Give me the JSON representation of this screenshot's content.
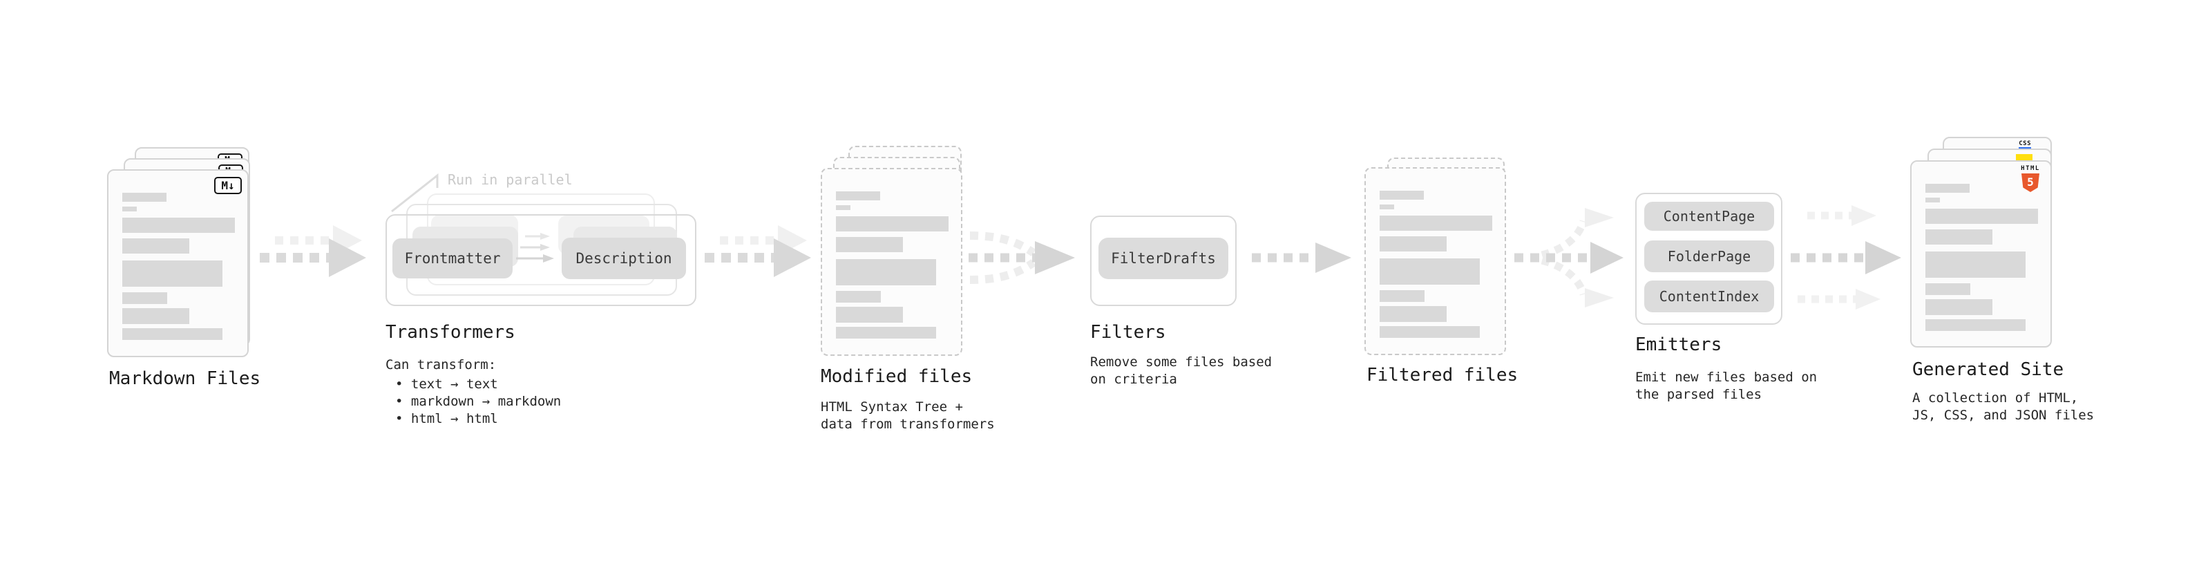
{
  "diagram": {
    "markdown_files": {
      "label": "Markdown Files",
      "badge": "M↓"
    },
    "transformers": {
      "callout": "Run in parallel",
      "node_left": "Frontmatter",
      "node_right": "Description",
      "label": "Transformers",
      "line0": "Can transform:",
      "line1": "• text → text",
      "line2": "• markdown → markdown",
      "line3": "• html → html"
    },
    "modified_files": {
      "label": "Modified files",
      "desc0": "HTML Syntax Tree +",
      "desc1": "data from transformers"
    },
    "filters": {
      "node": "FilterDrafts",
      "label": "Filters",
      "desc0": "Remove some files based",
      "desc1": "on criteria"
    },
    "filtered_files": {
      "label": "Filtered files"
    },
    "emitters": {
      "node0": "ContentPage",
      "node1": "FolderPage",
      "node2": "ContentIndex",
      "label": "Emitters",
      "desc0": "Emit new files based on",
      "desc1": "the parsed files"
    },
    "generated_site": {
      "label": "Generated Site",
      "badge_css": "CSS",
      "badge_html_word": "HTML",
      "badge_html_num": "5",
      "desc0": "A collection of HTML,",
      "desc1": "JS, CSS, and JSON files"
    }
  },
  "colors": {
    "background": "#ffffff",
    "card_border": "#d4d4d4",
    "dashed_border": "#c9c9c9",
    "placeholder_bar": "#d9d9d9",
    "chip_fill": "#dcdcdc",
    "text_dark": "#1c1c1c",
    "muted_callout": "#c9c9c9",
    "html5_orange": "#e8582c",
    "js_yellow": "#ffdf10",
    "css_blue": "#2d6ff2"
  }
}
